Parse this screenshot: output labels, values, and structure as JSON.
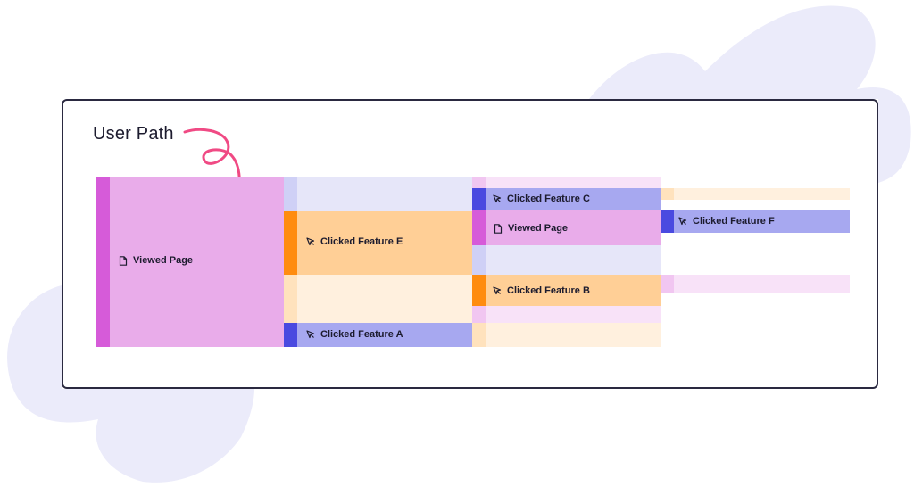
{
  "title": "User Path",
  "colors": {
    "pink_bar": "#d65bd9",
    "pink_fill": "#e9acea",
    "pink_light": "#f8e2f8",
    "orange_bar": "#ff8c0f",
    "orange_fill": "#ffcf96",
    "orange_light": "#fff0de",
    "blue_bar": "#4a4ae0",
    "blue_fill": "#a7a8f0",
    "blue_light": "#e6e6f9",
    "blob": "#ebebfa"
  },
  "nodes": {
    "viewed_page_1": {
      "label": "Viewed Page",
      "icon": "page-icon"
    },
    "clicked_feature_e": {
      "label": "Clicked Feature E",
      "icon": "cursor-icon"
    },
    "clicked_feature_a": {
      "label": "Clicked Feature A",
      "icon": "cursor-icon"
    },
    "clicked_feature_c": {
      "label": "Clicked Feature C",
      "icon": "cursor-icon"
    },
    "viewed_page_2": {
      "label": "Viewed Page",
      "icon": "page-icon"
    },
    "clicked_feature_b": {
      "label": "Clicked Feature B",
      "icon": "cursor-icon"
    },
    "clicked_feature_f": {
      "label": "Clicked Feature F",
      "icon": "cursor-icon"
    }
  }
}
